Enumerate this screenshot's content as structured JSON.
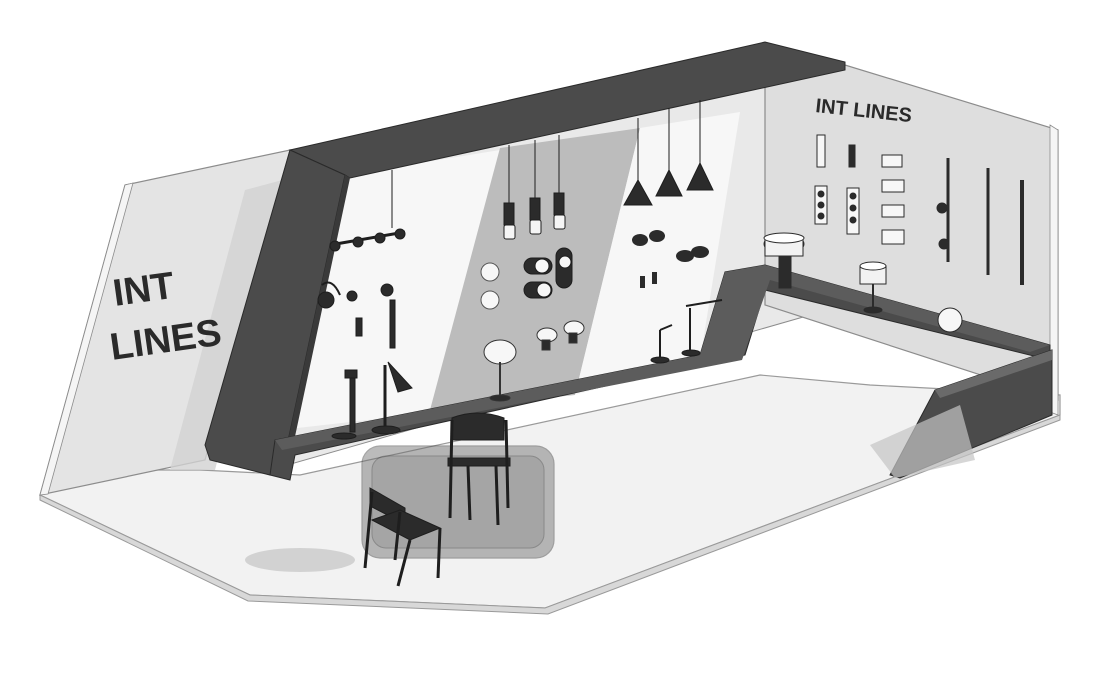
{
  "booth": {
    "left_wall_sign": {
      "line1": "INT",
      "line2": "LINES"
    },
    "right_wall_sign": "INT LINES"
  },
  "colors": {
    "background": "#ffffff",
    "floor": "#f1f1f1",
    "wall_light": "#e6e6e6",
    "wall_mid": "#d4d4d4",
    "frame_dark": "#4a4a4a",
    "panel_gray": "#c2c2c2",
    "fixture": "#2b2b2b",
    "glass": "#6a6a6a"
  },
  "icons": [
    "track-light-icon",
    "pendant-lamp-icon",
    "wall-sconce-icon",
    "floor-lamp-icon",
    "table-lamp-icon",
    "spotlight-icon",
    "chair-icon"
  ]
}
